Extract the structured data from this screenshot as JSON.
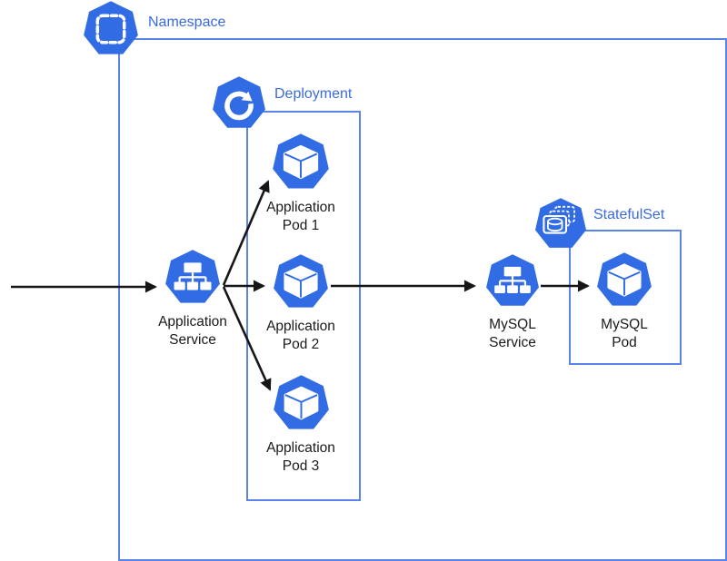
{
  "diagram": {
    "type": "kubernetes-architecture",
    "groups": {
      "namespace": {
        "label": "Namespace",
        "icon": "namespace-icon"
      },
      "deployment": {
        "label": "Deployment",
        "icon": "deployment-icon"
      },
      "statefulset": {
        "label": "StatefulSet",
        "icon": "statefulset-icon"
      }
    },
    "nodes": {
      "app_service": {
        "label": "Application\nService",
        "icon": "service-icon"
      },
      "app_pod_1": {
        "label": "Application\nPod 1",
        "icon": "pod-icon"
      },
      "app_pod_2": {
        "label": "Application\nPod 2",
        "icon": "pod-icon"
      },
      "app_pod_3": {
        "label": "Application\nPod 3",
        "icon": "pod-icon"
      },
      "mysql_service": {
        "label": "MySQL\nService",
        "icon": "service-icon"
      },
      "mysql_pod": {
        "label": "MySQL\nPod",
        "icon": "pod-icon"
      }
    },
    "connections": [
      {
        "from": "external",
        "to": "app_service"
      },
      {
        "from": "app_service",
        "to": "app_pod_1"
      },
      {
        "from": "app_service",
        "to": "app_pod_2"
      },
      {
        "from": "app_service",
        "to": "app_pod_3"
      },
      {
        "from": "app_pod_2",
        "to": "mysql_service"
      },
      {
        "from": "mysql_service",
        "to": "mysql_pod"
      }
    ],
    "colors": {
      "kubernetes_blue": "#326CE5",
      "box_border_blue": "#5A84E8",
      "group_label_blue": "#3A6BDD",
      "node_label_black": "#1A1A1A",
      "arrow_black": "#161616",
      "glyph_white": "#FFFFFF"
    }
  }
}
